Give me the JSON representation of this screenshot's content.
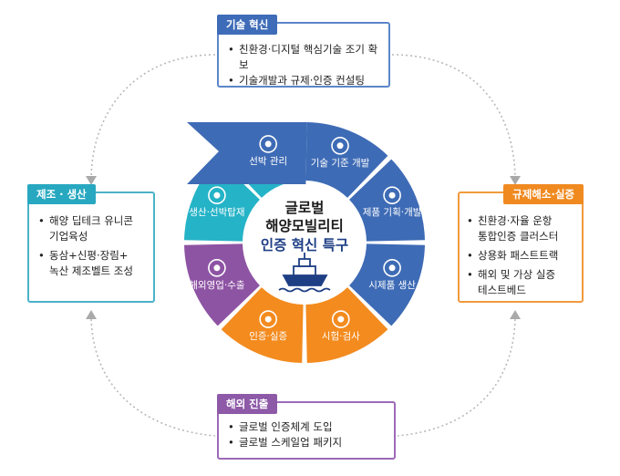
{
  "center": {
    "line1": "글로벌",
    "line2": "해양모빌리티",
    "line3": "인증 혁신 특구"
  },
  "segments": [
    {
      "label": "기술 기준 개발",
      "color": "#3e6bb5",
      "icon": "recycle-icon"
    },
    {
      "label": "제품 기획·개발",
      "color": "#3e6bb5",
      "icon": "blueprint-icon"
    },
    {
      "label": "시제품 생산",
      "color": "#3e6bb5",
      "icon": "robot-arm-icon"
    },
    {
      "label": "시험·검사",
      "color": "#f38b1f",
      "icon": "magnifier-icon"
    },
    {
      "label": "인증·실증",
      "color": "#f38b1f",
      "icon": "certificate-icon"
    },
    {
      "label": "해외영업·수출",
      "color": "#8e54a4",
      "icon": "globe-icon"
    },
    {
      "label": "생산·선박탑재",
      "color": "#25b3c7",
      "icon": "factory-ship-icon"
    },
    {
      "label": "선박 관리",
      "color": "#25b3c7",
      "icon": "gear-check-icon"
    }
  ],
  "boxes": {
    "tech": {
      "title": "기술 혁신",
      "items": [
        "친환경·디지털 핵심기술 조기 확보",
        "기술개발과 규제·인증 컨설팅"
      ]
    },
    "mfg": {
      "title": "제조 · 생산",
      "items": [
        [
          "해양 딥테크 유니콘",
          "기업육성"
        ],
        [
          "동삼+신평·장림+",
          "녹산 제조벨트 조성"
        ]
      ]
    },
    "reg": {
      "title": "규제해소·실증",
      "items": [
        [
          "친환경·자율 운항",
          "통합인증 클러스터"
        ],
        [
          "상용화 패스트트랙"
        ],
        [
          "해외 및 가상 실증",
          "테스트베드"
        ]
      ]
    },
    "overseas": {
      "title": "해외 진출",
      "items": [
        "글로벌 인증체계 도입",
        "글로벌 스케일업 패키지"
      ]
    }
  },
  "colors": {
    "blue": "#3e6bb5",
    "orange": "#f38b1f",
    "purple": "#8e54a4",
    "teal": "#25b3c7",
    "navy": "#1f3f85"
  }
}
